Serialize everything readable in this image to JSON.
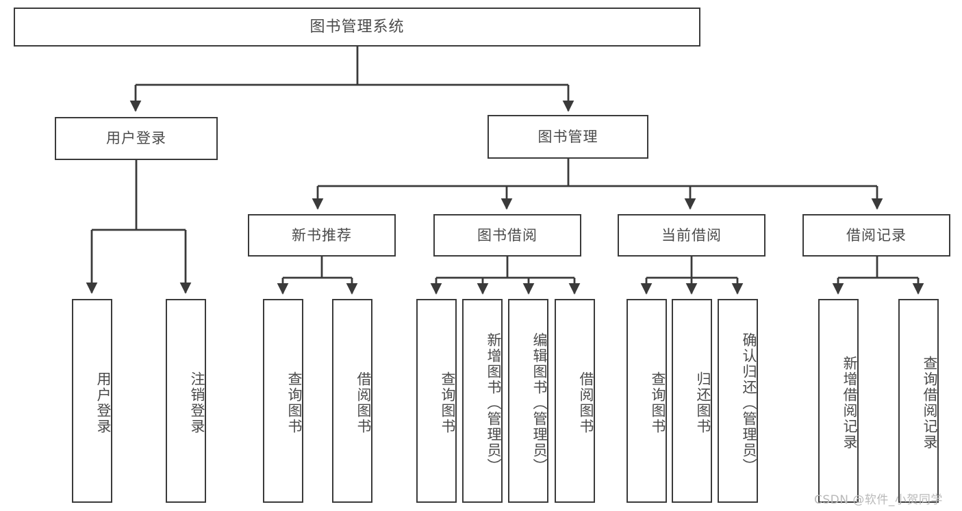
{
  "diagram": {
    "type": "tree-hierarchy-chart",
    "title": "图书管理系统",
    "watermark": "CSDN @软件_小贺同学",
    "style": {
      "border_color": "#3a3a3a",
      "text_color": "#4a4a4a",
      "background": "#ffffff",
      "watermark_color": "#b9b9b9"
    },
    "levels": [
      {
        "level": 1,
        "nodes": [
          {
            "id": "root",
            "label": "图书管理系统",
            "orientation": "horizontal"
          }
        ]
      },
      {
        "level": 2,
        "nodes": [
          {
            "id": "login",
            "label": "用户登录",
            "orientation": "horizontal",
            "parent": "root"
          },
          {
            "id": "bookmgmt",
            "label": "图书管理",
            "orientation": "horizontal",
            "parent": "root"
          }
        ]
      },
      {
        "level": 3,
        "nodes": [
          {
            "id": "newbook",
            "label": "新书推荐",
            "orientation": "horizontal",
            "parent": "bookmgmt"
          },
          {
            "id": "borrow",
            "label": "图书借阅",
            "orientation": "horizontal",
            "parent": "bookmgmt"
          },
          {
            "id": "current",
            "label": "当前借阅",
            "orientation": "horizontal",
            "parent": "bookmgmt"
          },
          {
            "id": "record",
            "label": "借阅记录",
            "orientation": "horizontal",
            "parent": "bookmgmt"
          }
        ]
      },
      {
        "level": 4,
        "nodes": [
          {
            "id": "leaf1",
            "label": "用户登录",
            "orientation": "vertical",
            "parent": "login"
          },
          {
            "id": "leaf2",
            "label": "注销登录",
            "orientation": "vertical",
            "parent": "login"
          },
          {
            "id": "leaf3",
            "label": "查询图书",
            "orientation": "vertical",
            "parent": "newbook"
          },
          {
            "id": "leaf4",
            "label": "借阅图书",
            "orientation": "vertical",
            "parent": "newbook"
          },
          {
            "id": "leaf5",
            "label": "查询图书",
            "orientation": "vertical",
            "parent": "borrow"
          },
          {
            "id": "leaf6",
            "label": "新增图书（管理员）",
            "orientation": "vertical",
            "parent": "borrow"
          },
          {
            "id": "leaf7",
            "label": "编辑图书（管理员）",
            "orientation": "vertical",
            "parent": "borrow"
          },
          {
            "id": "leaf8",
            "label": "借阅图书",
            "orientation": "vertical",
            "parent": "borrow"
          },
          {
            "id": "leaf9",
            "label": "查询图书",
            "orientation": "vertical",
            "parent": "current"
          },
          {
            "id": "leaf10",
            "label": "归还图书",
            "orientation": "vertical",
            "parent": "current"
          },
          {
            "id": "leaf11",
            "label": "确认归还（管理员）",
            "orientation": "vertical",
            "parent": "current"
          },
          {
            "id": "leaf12",
            "label": "新增借阅记录",
            "orientation": "vertical",
            "parent": "record"
          },
          {
            "id": "leaf13",
            "label": "查询借阅记录",
            "orientation": "vertical",
            "parent": "record"
          }
        ]
      }
    ]
  }
}
